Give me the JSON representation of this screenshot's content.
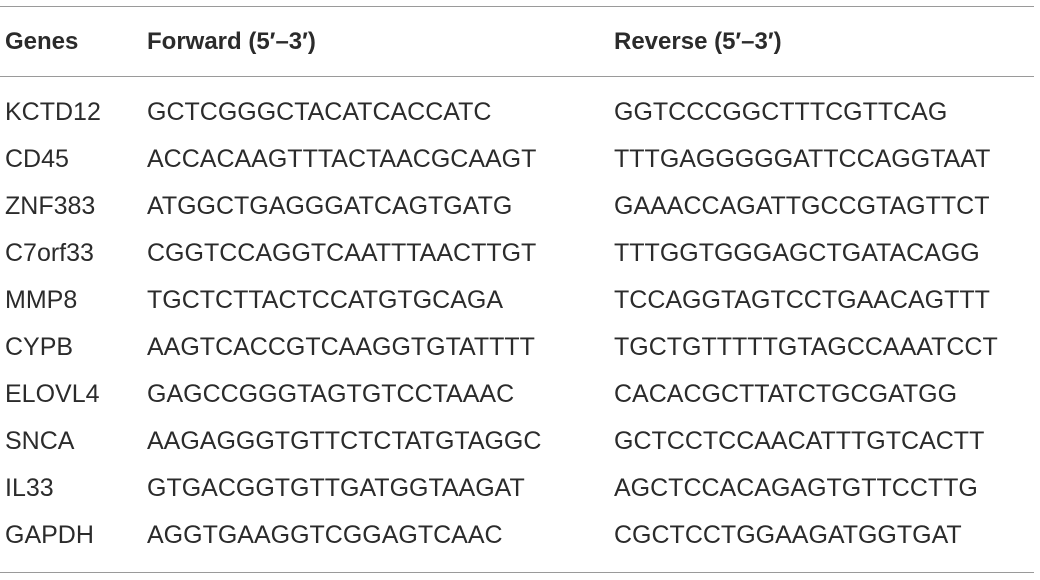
{
  "table": {
    "headers": {
      "genes": "Genes",
      "forward": "Forward (5′–3′)",
      "reverse": "Reverse (5′–3′)"
    },
    "rows": [
      {
        "gene": "KCTD12",
        "forward": "GCTCGGGCTACATCACCATC",
        "reverse": "GGTCCCGGCTTTCGTTCAG"
      },
      {
        "gene": "CD45",
        "forward": "ACCACAAGTTTACTAACGCAAGT",
        "reverse": "TTTGAGGGGGATTCCAGGTAAT"
      },
      {
        "gene": "ZNF383",
        "forward": "ATGGCTGAGGGATCAGTGATG",
        "reverse": "GAAACCAGATTGCCGTAGTTCT"
      },
      {
        "gene": "C7orf33",
        "forward": "CGGTCCAGGTCAATTTAACTTGT",
        "reverse": "TTTGGTGGGAGCTGATACAGG"
      },
      {
        "gene": "MMP8",
        "forward": "TGCTCTTACTCCATGTGCAGA",
        "reverse": "TCCAGGTAGTCCTGAACAGTTT"
      },
      {
        "gene": "CYPB",
        "forward": "AAGTCACCGTCAAGGTGTATTTT",
        "reverse": "TGCTGTTTTTGTAGCCAAATCCT"
      },
      {
        "gene": "ELOVL4",
        "forward": "GAGCCGGGTAGTGTCCTAAAC",
        "reverse": "CACACGCTTATCTGCGATGG"
      },
      {
        "gene": "SNCA",
        "forward": "AAGAGGGTGTTCTCTATGTAGGC",
        "reverse": "GCTCCTCCAACATTTGTCACTT"
      },
      {
        "gene": "IL33",
        "forward": "GTGACGGTGTTGATGGTAAGAT",
        "reverse": "AGCTCCACAGAGTGTTCCTTG"
      },
      {
        "gene": "GAPDH",
        "forward": "AGGTGAAGGTCGGAGTCAAC",
        "reverse": "CGCTCCTGGAAGATGGTGAT"
      }
    ]
  }
}
